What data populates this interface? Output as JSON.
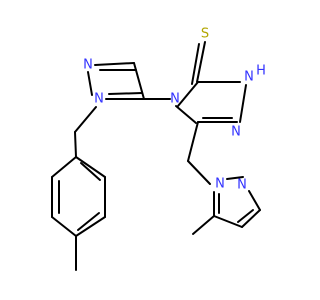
{
  "structure": {
    "atoms": {
      "S": "S",
      "NH": "N",
      "H": "H",
      "N_triazole": "N",
      "N4": "N",
      "N_pz1_top": "N",
      "N_pz1_sub": "N",
      "N_pz2_sub": "N",
      "N_pz2_top": "N"
    },
    "colors": {
      "nitrogen": "#3333ff",
      "sulfur": "#b2a600",
      "bond": "#000000"
    }
  }
}
